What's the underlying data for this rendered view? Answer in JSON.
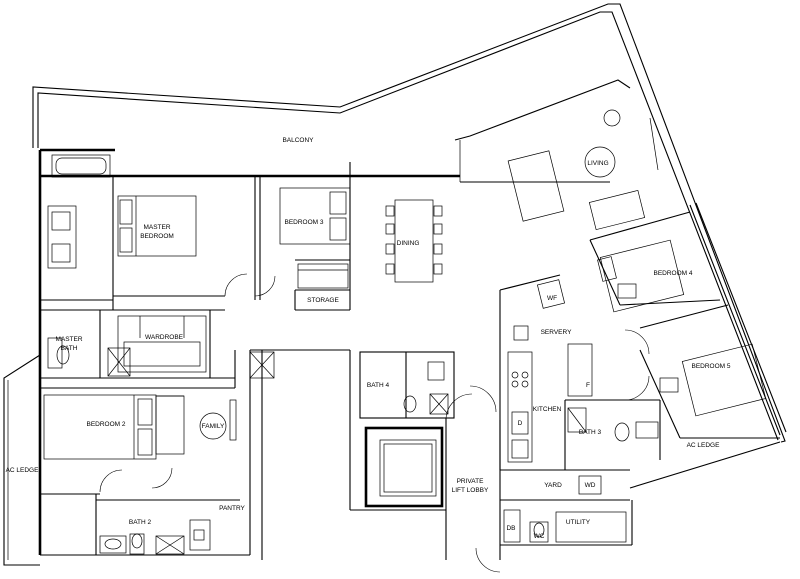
{
  "rooms": {
    "balcony": "BALCONY",
    "living": "LIVING",
    "master_bedroom_l1": "MASTER",
    "master_bedroom_l2": "BEDROOM",
    "bedroom3": "BEDROOM 3",
    "dining": "DINING",
    "storage": "STORAGE",
    "bedroom4": "BEDROOM 4",
    "bedroom5": "BEDROOM 5",
    "wf": "WF",
    "servery": "SERVERY",
    "master_bath_l1": "MASTER",
    "master_bath_l2": "BATH",
    "wardrobe": "WARDROBE",
    "bedroom2": "BEDROOM 2",
    "family": "FAMILY",
    "bath4": "BATH 4",
    "kitchen": "KITCHEN",
    "fridge": "F",
    "bath3": "BATH 3",
    "ac_ledge_right": "AC LEDGE",
    "ac_ledge_left": "AC LEDGE",
    "private_lift_lobby_l1": "PRIVATE",
    "private_lift_lobby_l2": "LIFT LOBBY",
    "yard": "YARD",
    "wd": "WD",
    "bath2": "BATH 2",
    "pantry": "PANTRY",
    "db": "DB",
    "wc": "WC",
    "utility": "UTILITY",
    "oven": "D"
  }
}
